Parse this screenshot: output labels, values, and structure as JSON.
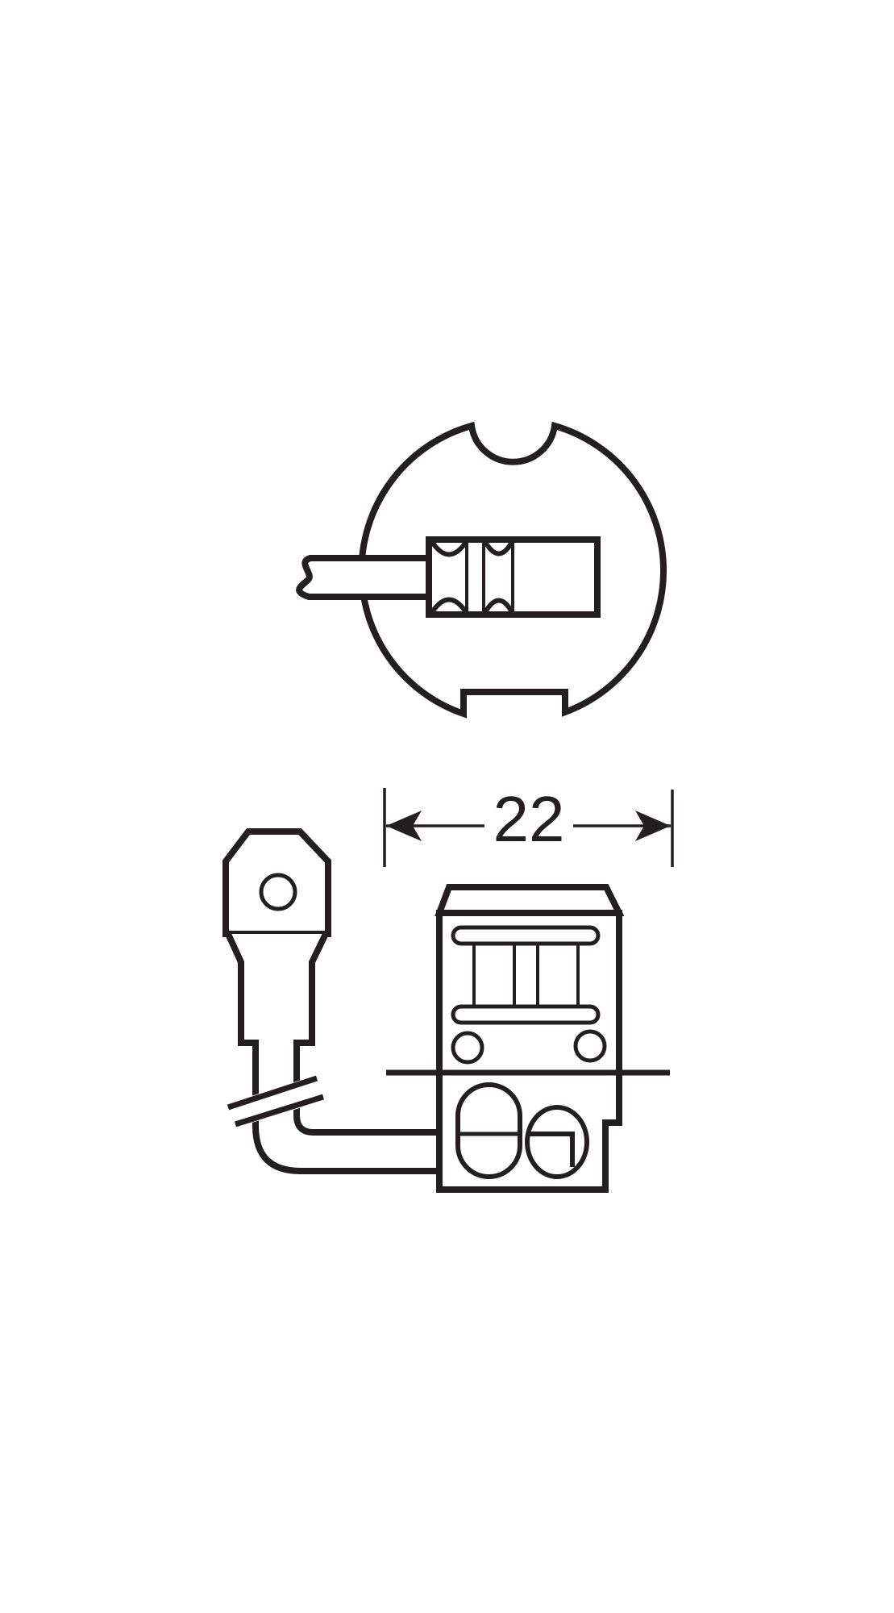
{
  "colors": {
    "line": "#231f20",
    "background": "#ffffff"
  },
  "dimension": {
    "value": "22"
  },
  "drawing": {
    "figures": [
      {
        "id": "plan-view",
        "label": "bulb plan view (top)"
      },
      {
        "id": "side-view",
        "label": "bulb side view with terminal and lead wire"
      }
    ]
  }
}
